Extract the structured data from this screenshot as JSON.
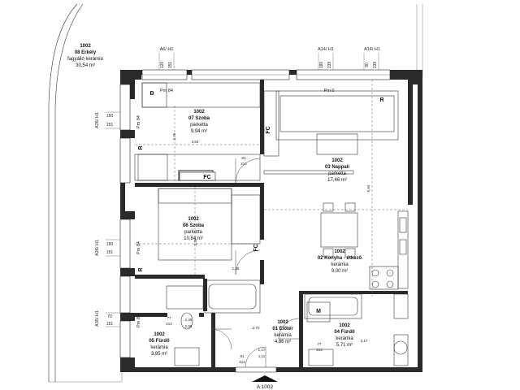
{
  "balcony": {
    "number": "1002",
    "name": "08 Erkély",
    "floor": "fagyálló kerámia",
    "area": "30,54 m²"
  },
  "rooms": [
    {
      "key": "szoba07",
      "number": "1002",
      "name": "07 Szoba",
      "floor": "parketta",
      "area": "9,94 m²"
    },
    {
      "key": "nappali",
      "number": "1002",
      "name": "03 Nappali",
      "floor": "parketta",
      "area": "17,46 m²"
    },
    {
      "key": "szoba06",
      "number": "1002",
      "name": "06 Szoba",
      "floor": "parketta",
      "area": "10,84 m²"
    },
    {
      "key": "konyha",
      "number": "1002",
      "name": "02 Konyha - étkező",
      "floor": "kerámia",
      "area": "9,00 m²"
    },
    {
      "key": "furdo05",
      "number": "1002",
      "name": "05 Fürdő",
      "floor": "kerámia",
      "area": "3,85 m²"
    },
    {
      "key": "eloter",
      "number": "1002",
      "name": "01 Előtér",
      "floor": "kerámia",
      "area": "4,86 m²"
    },
    {
      "key": "furdo04",
      "number": "1002",
      "name": "04 Fürdő",
      "floor": "kerámia",
      "area": "5,71 m²"
    }
  ],
  "window_tags": {
    "top_a6": "A6/ H1",
    "top_a14a": "A14/ H1",
    "top_a14b": "A14/ H1",
    "left_a26a": "A26/ H1",
    "left_a26b": "A26/ H1",
    "left_a35": "A35/ H1"
  },
  "window_dims": {
    "top_a6": [
      "120",
      "151"
    ],
    "top_a14a": [
      "180",
      "239"
    ],
    "top_a14b": [
      "90",
      "239"
    ],
    "left_a26a": [
      "150",
      "151"
    ],
    "left_a26b": [
      "150",
      "151"
    ],
    "left_a35": [
      "70",
      "151"
    ]
  },
  "parapet_labels": {
    "pm84_top": "Pm 84",
    "pm0": "Pm 0",
    "pm84_left1": "Pm 84",
    "pm84_left2": "Pm 84",
    "pm84_left3": "Pm 84"
  },
  "symbols": {
    "b": "B",
    "r1": "R",
    "r2": "R",
    "r3": "R",
    "fc1": "FC",
    "fc2": "FC",
    "fc3": "FC",
    "m": "M"
  },
  "dimensions": {
    "d275": "2,75",
    "d383": "3,83",
    "d594": "5,94",
    "d81a": "81",
    "d214a": "214",
    "d326": "3,26",
    "d135": "1,35",
    "d236": "2,36",
    "d270": "2,70",
    "d317": "3,17",
    "d77a": "77",
    "d214b": "214",
    "d77b": "77",
    "d214c": "214",
    "d81b": "81",
    "d214d": "214",
    "d236b": "2,36",
    "d117": "1,17",
    "d111": "1,11"
  },
  "entry_label": "A 1002"
}
